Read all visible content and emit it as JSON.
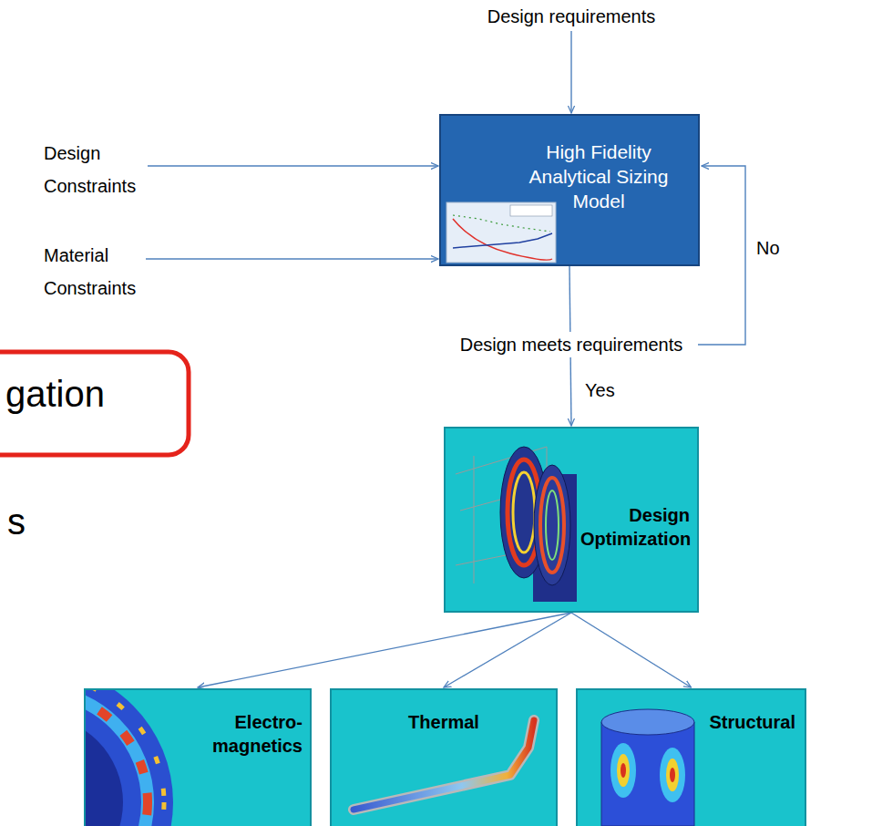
{
  "diagram": {
    "nodes": [
      {
        "text": [
          "High Fidelity Analytical Sizing Model"
        ]
      },
      {
        "text": [
          "Design Optimization"
        ]
      },
      {
        "text": [
          "Electro- magnetics"
        ]
      },
      {
        "text": [
          "Thermal"
        ]
      },
      {
        "text": [
          "Structural"
        ]
      }
    ],
    "edges": [
      {
        "from": 0,
        "to": 1,
        "arrow": "to",
        "label": "Yes"
      },
      {
        "from": 1,
        "to": 2,
        "arrow": "to"
      },
      {
        "from": 1,
        "to": 3,
        "arrow": "to"
      },
      {
        "from": 1,
        "to": 4,
        "arrow": "to"
      }
    ],
    "labels": [
      "Design requirements",
      "Design Constraints",
      "Material Constraints",
      "Design meets requirements",
      "No",
      "gation",
      "s"
    ]
  }
}
